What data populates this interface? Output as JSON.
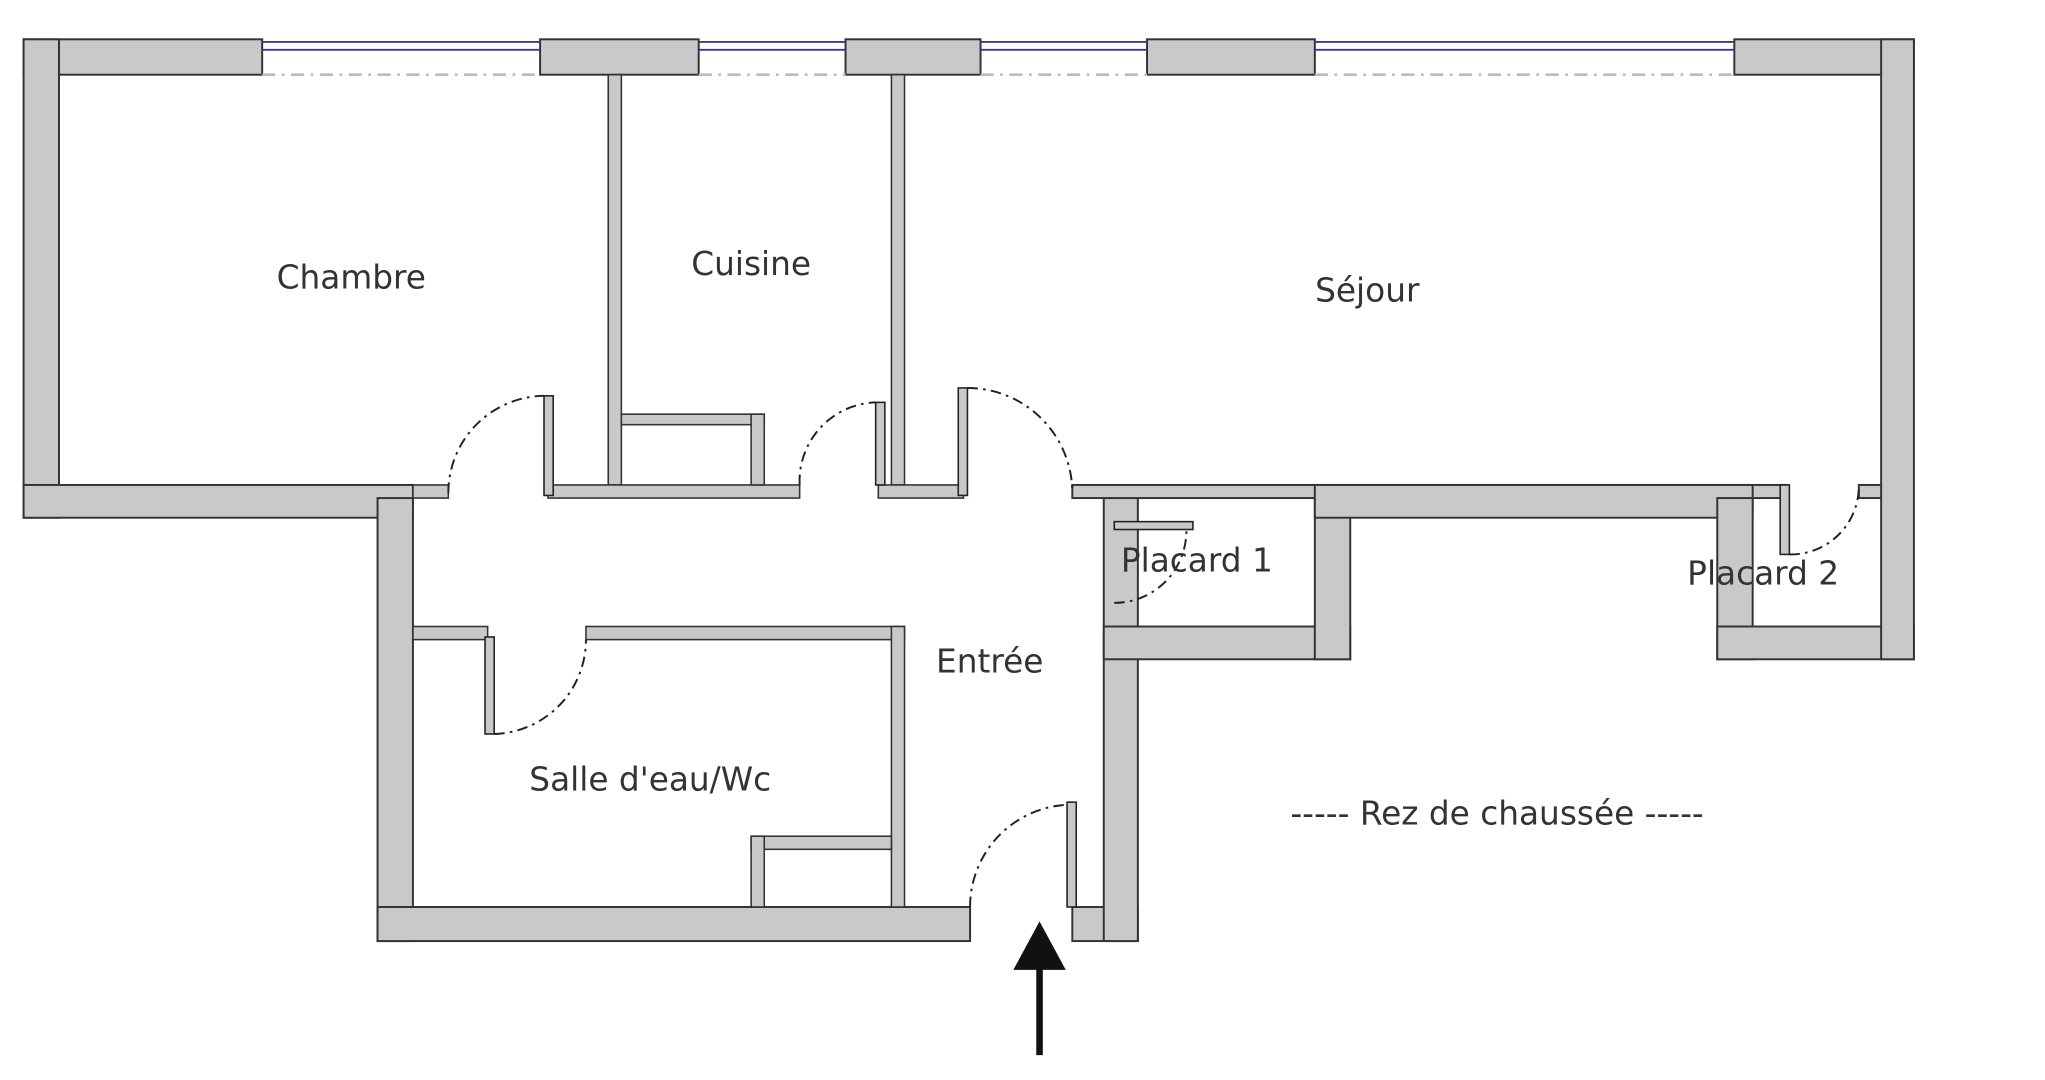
{
  "rooms": {
    "chambre": "Chambre",
    "cuisine": "Cuisine",
    "sejour": "Séjour",
    "placard1": "Placard 1",
    "placard2": "Placard 2",
    "entree": "Entrée",
    "salle_eau": "Salle d'eau/Wc"
  },
  "level_label": "----- Rez de chaussée -----",
  "colors": {
    "wall": "#c9c9c9",
    "outline": "#333333",
    "window": "#3a3a8a"
  }
}
